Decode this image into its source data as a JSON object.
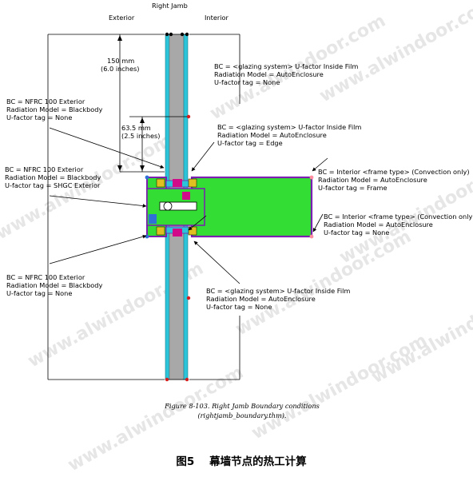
{
  "header": {
    "exterior": "Exterior",
    "right_jamb": "Right Jamb",
    "interior": "Interior"
  },
  "dimensions": {
    "d150_line1": "150 mm",
    "d150_line2": "(6.0 inches)",
    "d63_line1": "63.5 mm",
    "d63_line2": "(2.5 inches)"
  },
  "left_labels": [
    {
      "line1": "BC = NFRC 100 Exterior",
      "line2": "Radiation Model = Blackbody",
      "line3": "U-factor tag = None"
    },
    {
      "line1": "BC = NFRC 100 Exterior",
      "line2": "Radiation Model = Blackbody",
      "line3": "U-factor tag = SHGC Exterior"
    },
    {
      "line1": "BC = NFRC 100 Exterior",
      "line2": "Radiation Model = Blackbody",
      "line3": "U-factor tag = None"
    }
  ],
  "right_labels": [
    {
      "line1": "BC = <glazing system> U-factor Inside Film",
      "line2": "Radiation Model = AutoEnclosure",
      "line3": "U-factor tag = None"
    },
    {
      "line1": "BC = <glazing system> U-factor Inside Film",
      "line2": "Radiation Model = AutoEnclosure",
      "line3": "U-factor tag = Edge"
    },
    {
      "line1": "BC = Interior <frame type> (Convection only)",
      "line2": "Radiation Model = AutoEnclosure",
      "line3": "U-factor tag = Frame"
    },
    {
      "line1": "BC = Interior <frame type> (Convection only)",
      "line2": "Radiation Model = AutoEnclosure",
      "line3": "U-factor tag = None"
    },
    {
      "line1": "BC = <glazing system> U-factor Inside Film",
      "line2": "Radiation Model = AutoEnclosure",
      "line3": "U-factor tag = None"
    }
  ],
  "caption": {
    "line1": "Figure 8-103. Right Jamb Boundary conditions",
    "line2": "(rightjamb_boundary.thm)."
  },
  "footer_title": "图5    幕墙节点的热工计算",
  "watermark": "www.alwindoor.com",
  "colors": {
    "glass": "#2cc4d8",
    "gap": "#a8a8a8",
    "frame_fill": "#33dd33",
    "frame_outline": "#7a1fb0",
    "gasket": "#d10a8a",
    "spacer": "#e0c020",
    "marker_red": "#d81b1b"
  }
}
